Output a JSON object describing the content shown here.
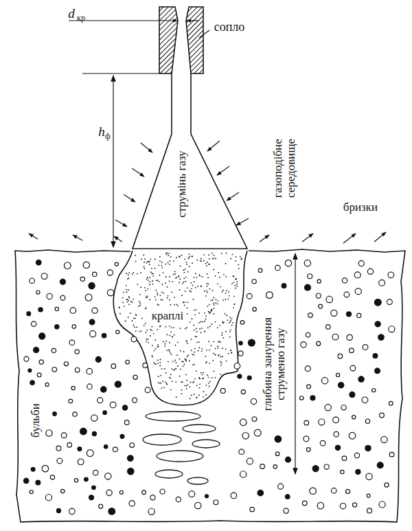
{
  "diagram": {
    "labels": [
      "d",
      "кр",
      "сопло",
      "h",
      "ф",
      "струмінь газу",
      "газоподібне середовище",
      "бризки",
      "краплі",
      "бульби",
      "глибина занурення струменю газу"
    ]
  }
}
